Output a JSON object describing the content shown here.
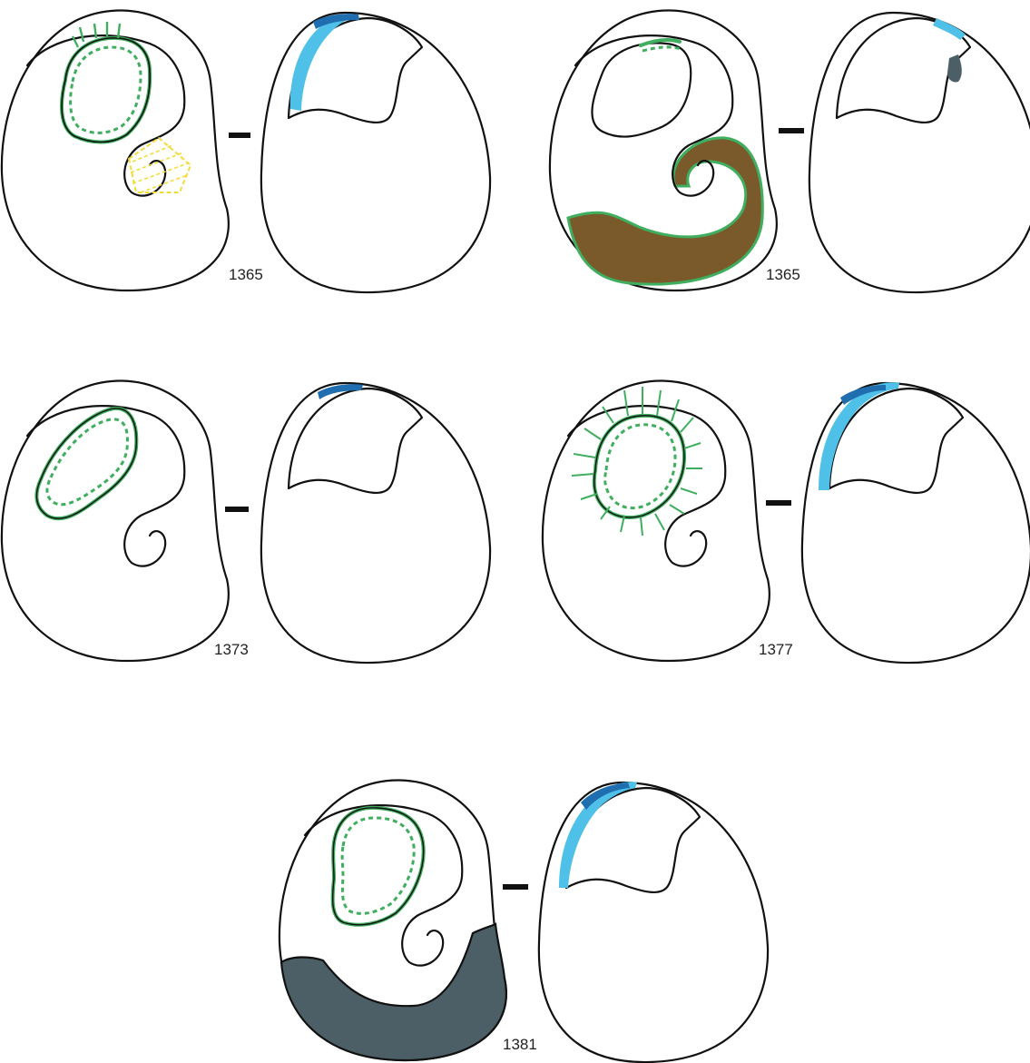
{
  "panels": [
    {
      "label": "1365"
    },
    {
      "label": "1365"
    },
    {
      "label": "1373"
    },
    {
      "label": "1377"
    },
    {
      "label": "1381"
    }
  ],
  "colors": {
    "outline": "#111111",
    "green": "#3fae5f",
    "light_blue": "#4fc0e8",
    "dark_blue": "#1f6fb0",
    "slate": "#4d5f66",
    "brown": "#7a5a2a",
    "yellow": "#f3dc3a"
  }
}
